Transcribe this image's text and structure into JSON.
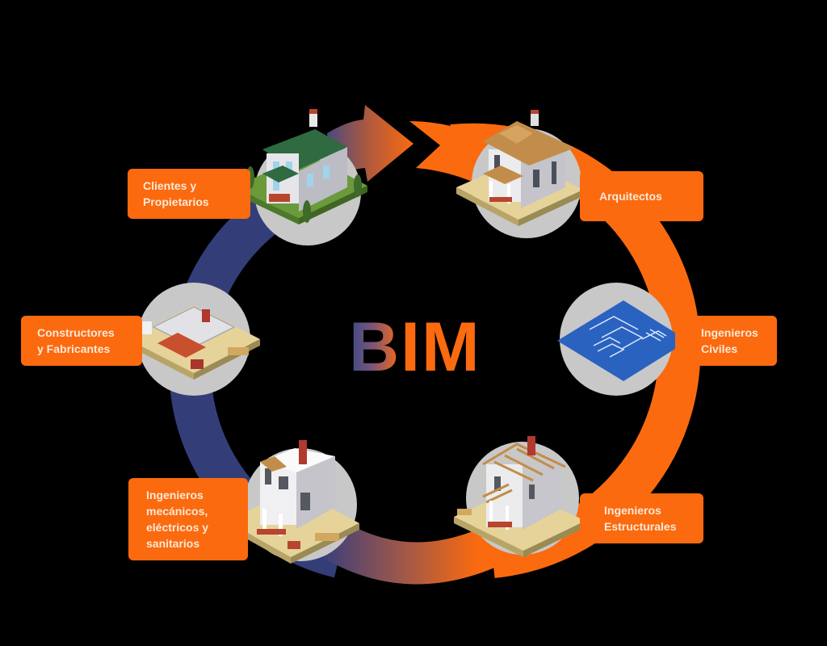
{
  "diagram": {
    "title": "BIM",
    "title_parts": {
      "first": "B",
      "rest": "IM"
    },
    "colors": {
      "background": "#000000",
      "orange": "#fb6a0e",
      "navy": "#333e78",
      "circle": "#c8c8c8",
      "label_text": "#fde8d8"
    },
    "cycle_direction": "clockwise",
    "stakeholders": [
      {
        "id": "clientes",
        "label": "Clientes y\nPropietarios",
        "icon": "green-roof-house-icon"
      },
      {
        "id": "arquitectos",
        "label": "Arquitectos",
        "icon": "finished-house-icon"
      },
      {
        "id": "civiles",
        "label": "Ingenieros\nCiviles",
        "icon": "blueprint-icon"
      },
      {
        "id": "estructurales",
        "label": "Ingenieros\nEstructurales",
        "icon": "roof-frame-house-icon"
      },
      {
        "id": "mecanicos",
        "label": "Ingenieros\nmecánicos,\neléctricos y\nsanitarios",
        "icon": "house-shell-icon"
      },
      {
        "id": "constructores",
        "label": "Constructores\ny Fabricantes",
        "icon": "foundation-icon"
      }
    ]
  }
}
